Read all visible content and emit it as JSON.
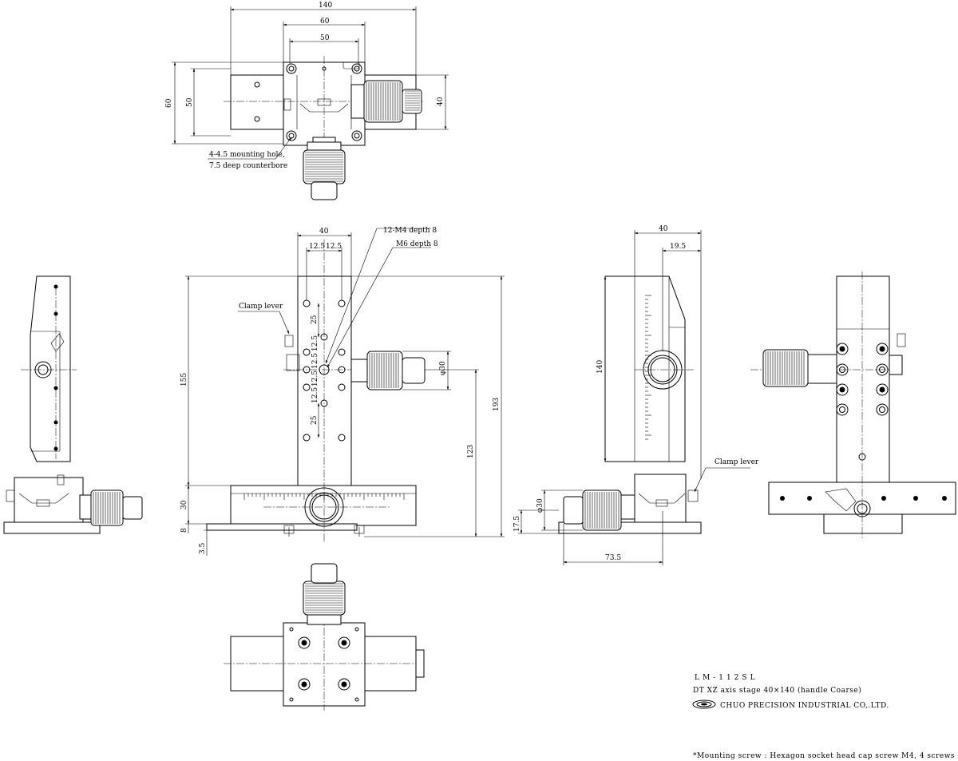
{
  "drawing": {
    "dims": {
      "top_140": "140",
      "top_60": "60",
      "top_50": "50",
      "top_left_60": "60",
      "top_left_50": "50",
      "top_right_40": "40",
      "front_40": "40",
      "front_12_5_a": "12.5",
      "front_12_5_b": "12.5",
      "front_25_upper": "25",
      "front_25_lower": "25",
      "front_12_5_v1": "12.5",
      "front_12_5_v2": "12.5",
      "front_12_5_v3": "12.5",
      "front_12_5_v4": "12.5",
      "front_155": "155",
      "front_193": "193",
      "front_123": "123",
      "front_phi30": "φ30",
      "front_30": "30",
      "front_8": "8",
      "front_3_5": "3.5",
      "side_40": "40",
      "side_19_5": "19.5",
      "side_140": "140",
      "side_phi30": "φ30",
      "side_17_5": "17.5",
      "side_73_5": "73.5"
    },
    "notes": {
      "mounting_hole_1": "4-4.5 mounting hole,",
      "mounting_hole_2": "7.5 deep counterbore",
      "m4": "12-M4 depth 8",
      "m6": "M6 depth 8",
      "clamp_front": "Clamp lever",
      "clamp_side": "Clamp lever"
    },
    "title_block": {
      "model": "LM-112SL",
      "description": "DT  XZ axis stage  40×140 (handle Coarse)",
      "company": "CHUO PRECISION INDUSTRIAL CO,.LTD."
    },
    "footnote": "*Mounting screw : Hexagon socket head cap screw M4, 4 screws"
  }
}
